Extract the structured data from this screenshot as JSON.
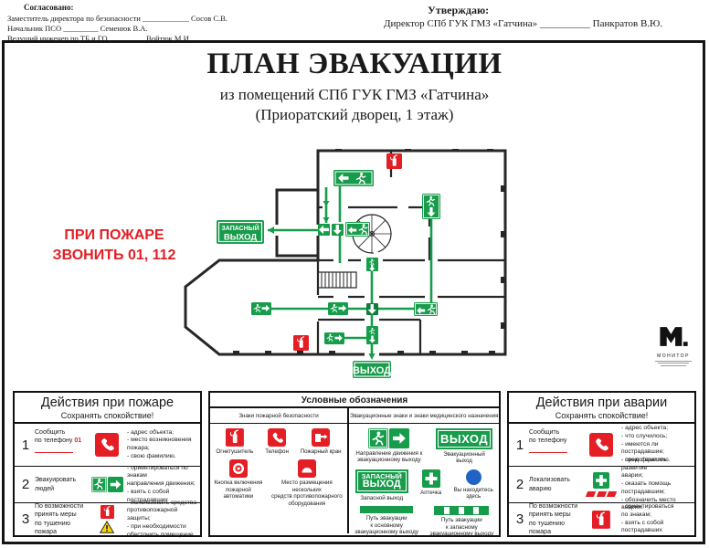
{
  "colors": {
    "green": "#169c4a",
    "dark_green": "#0c7d3a",
    "red": "#e31e24",
    "blue": "#1f63c4",
    "yellow": "#ffd500"
  },
  "header": {
    "agreed": {
      "title": "Согласовано:",
      "line1": "Заместитель директора по безопасности ____________ Сосов С.В.",
      "line2": "Начальник ПСО  _________  Семенюк В.А.",
      "line3": "Ведущий инженер по ТБ и ГО  _________  Войтюк М.И."
    },
    "approve": {
      "title": "Утверждаю:",
      "line": "Директор СПб ГУК ГМЗ «Гатчина» __________  Панкратов  В.Ю."
    }
  },
  "title": {
    "main": "ПЛАН ЭВАКУАЦИИ",
    "sub1": "из помещений СПб ГУК ГМЗ «Гатчина»",
    "sub2": "(Приоратский дворец, 1 этаж)"
  },
  "emergency_call": {
    "line1": "ПРИ ПОЖАРЕ",
    "line2": "ЗВОНИТЬ 01, 112"
  },
  "signs": {
    "exit": "ВЫХОД",
    "emergency1": "ЗАПАСНЫЙ",
    "emergency2": "ВЫХОД"
  },
  "logo": {
    "name": "МОНИТОР"
  },
  "panels": {
    "fire": {
      "title": "Действия при пожаре",
      "subtitle": "Сохранять спокойствие!",
      "rows": [
        {
          "num": "1",
          "action": "Сообщить\nпо телефону ",
          "highlight": "01",
          "bullets": "- адрес объекта;\n- место возникновения\n  пожара;\n- свою фамилию."
        },
        {
          "num": "2",
          "action": "Эвакуировать\nлюдей",
          "bullets": "- ориентироваться по\n  знакам\n  направления движения;\n- взять с собой\n  пострадавших"
        },
        {
          "num": "3",
          "action": "По возможности\nпринять меры\nпо тушению\nпожара",
          "bullets": "- использовать средства\n  противопожарной\n  защиты;\n- при необходимости\n  обесточить помещение."
        }
      ]
    },
    "accident": {
      "title": "Действия при аварии",
      "subtitle": "Сохранять спокойствие!",
      "rows": [
        {
          "num": "1",
          "action": "Сообщить\nпо телефону",
          "bullets": "- адрес объекта;\n- что случилось;\n- имеются ли\n  пострадавшие;\n- свою фамилию."
        },
        {
          "num": "2",
          "action": "Локализовать\nаварию",
          "bullets": "- предотвратить развитие\n  аварии;\n- оказать помощь\n  пострадавшим;\n- обозначить место аварии."
        },
        {
          "num": "3",
          "action": "По возможности\nпринять меры\nпо тушению\nпожара",
          "bullets": "- ориентироваться\n  по знакам;\n- взять с собой\n  пострадавших"
        }
      ]
    },
    "legend": {
      "title": "Условные обозначения",
      "fire_col_title": "Знаки пожарной безопасности",
      "evac_col_title": "Эвакуационные знаки и знаки медицинского назначения",
      "items": {
        "extinguisher": "Огнетушитель",
        "telephone": "Телефон",
        "hydrant": "Пожарный кран",
        "button": "Кнопка включения\nпожарной автоматики",
        "equipment": "Место размещения нескольких\nсредств противопожарного\nоборудования",
        "direction": "Направление движения к\nэвакуационному выходу",
        "exit": "Эвакуационный\nвыход",
        "emergency_exit": "Запасной выход",
        "first_aid": "Аптечка",
        "you_are_here": "Вы находитесь\nздесь",
        "route_main": "Путь эвакуации\nк основному\nэвакуационному выходу",
        "route_emergency": "Путь эвакуации\nк запасному\nэвакуационному выходу"
      }
    }
  }
}
